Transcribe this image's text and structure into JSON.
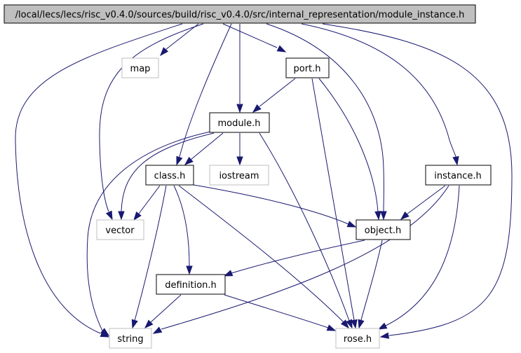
{
  "nodes": {
    "module_instance": {
      "label": "/local/lecs/lecs/risc_v0.4.0/sources/build/risc_v0.4.0/src/internal_representation/module_instance.h",
      "kind": "root"
    },
    "map": {
      "label": "map",
      "kind": "external"
    },
    "port": {
      "label": "port.h",
      "kind": "documented"
    },
    "module": {
      "label": "module.h",
      "kind": "documented"
    },
    "iostream": {
      "label": "iostream",
      "kind": "external"
    },
    "class": {
      "label": "class.h",
      "kind": "documented"
    },
    "instance": {
      "label": "instance.h",
      "kind": "documented"
    },
    "vector": {
      "label": "vector",
      "kind": "external"
    },
    "object": {
      "label": "object.h",
      "kind": "documented"
    },
    "definition": {
      "label": "definition.h",
      "kind": "documented"
    },
    "string": {
      "label": "string",
      "kind": "external"
    },
    "rose": {
      "label": "rose.h",
      "kind": "external"
    }
  },
  "edges": [
    [
      "module_instance",
      "map"
    ],
    [
      "module_instance",
      "port"
    ],
    [
      "module_instance",
      "module"
    ],
    [
      "module_instance",
      "class"
    ],
    [
      "module_instance",
      "vector"
    ],
    [
      "module_instance",
      "string"
    ],
    [
      "module_instance",
      "object"
    ],
    [
      "module_instance",
      "instance"
    ],
    [
      "module_instance",
      "rose"
    ],
    [
      "port",
      "module"
    ],
    [
      "port",
      "object"
    ],
    [
      "port",
      "rose"
    ],
    [
      "module",
      "class"
    ],
    [
      "module",
      "iostream"
    ],
    [
      "module",
      "vector"
    ],
    [
      "module",
      "string"
    ],
    [
      "module",
      "rose"
    ],
    [
      "class",
      "vector"
    ],
    [
      "class",
      "object"
    ],
    [
      "class",
      "definition"
    ],
    [
      "class",
      "string"
    ],
    [
      "class",
      "rose"
    ],
    [
      "instance",
      "object"
    ],
    [
      "instance",
      "string"
    ],
    [
      "instance",
      "rose"
    ],
    [
      "object",
      "definition"
    ],
    [
      "object",
      "rose"
    ],
    [
      "definition",
      "string"
    ],
    [
      "definition",
      "rose"
    ]
  ],
  "colors": {
    "edge": "#191970",
    "root_fill": "#bfbfbf",
    "external_border": "#bfbfbf",
    "documented_border": "#000000"
  }
}
